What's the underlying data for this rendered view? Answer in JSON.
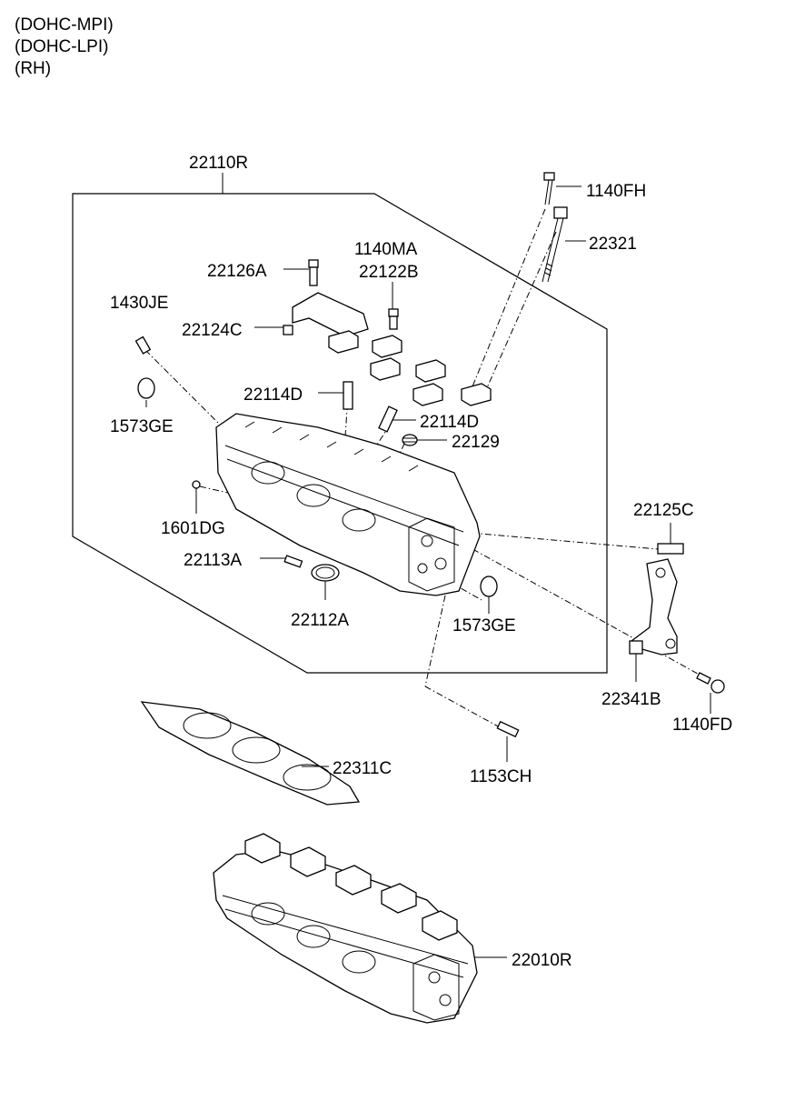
{
  "headers": [
    "(DOHC-MPI)",
    "(DOHC-LPI)",
    "(RH)"
  ],
  "labels": {
    "p22110R": "22110R",
    "p1140FH": "1140FH",
    "p22321": "22321",
    "p1140MA": "1140MA",
    "p22122B": "22122B",
    "p22126A": "22126A",
    "p1430JE": "1430JE",
    "p22124C": "22124C",
    "p22114D_a": "22114D",
    "p22114D_b": "22114D",
    "p22129": "22129",
    "p1573GE_a": "1573GE",
    "p1573GE_b": "1573GE",
    "p1601DG": "1601DG",
    "p22125C": "22125C",
    "p22113A": "22113A",
    "p22112A": "22112A",
    "p22341B": "22341B",
    "p1140FD": "1140FD",
    "p22311C": "22311C",
    "p1153CH": "1153CH",
    "p22010R": "22010R"
  }
}
